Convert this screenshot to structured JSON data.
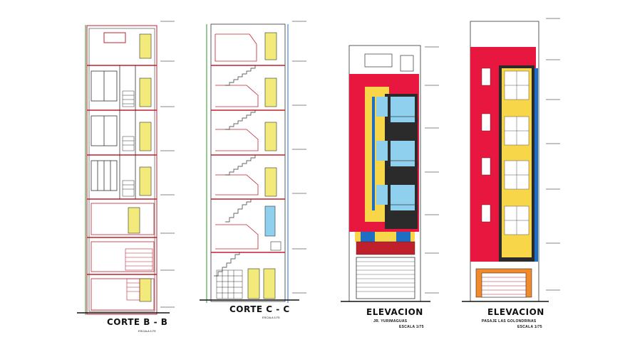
{
  "sheet": {
    "views": [
      {
        "title": "CORTE B - B",
        "subtitle": "ESCALA 1/75"
      },
      {
        "title": "CORTE C - C",
        "subtitle": "ESCALA 1/75"
      },
      {
        "title": "ELEVACION",
        "subtitle": "JR. YURIMAGUAS",
        "scale": "ESCALA 1/75"
      },
      {
        "title": "ELEVACION",
        "subtitle": "PASAJE LAS GOLONDRINAS",
        "scale": "ESCALA 1/75"
      }
    ]
  },
  "colors": {
    "red_panel": "#e8173f",
    "yellow_panel": "#f7d64a",
    "glass": "#8fd0ee",
    "blue_edge": "#1e6fc4",
    "dark_frame": "#2b2b2b",
    "door_olive": "#b8b84a",
    "awning_red": "#c0202c",
    "garage_orange": "#f08a2a"
  }
}
